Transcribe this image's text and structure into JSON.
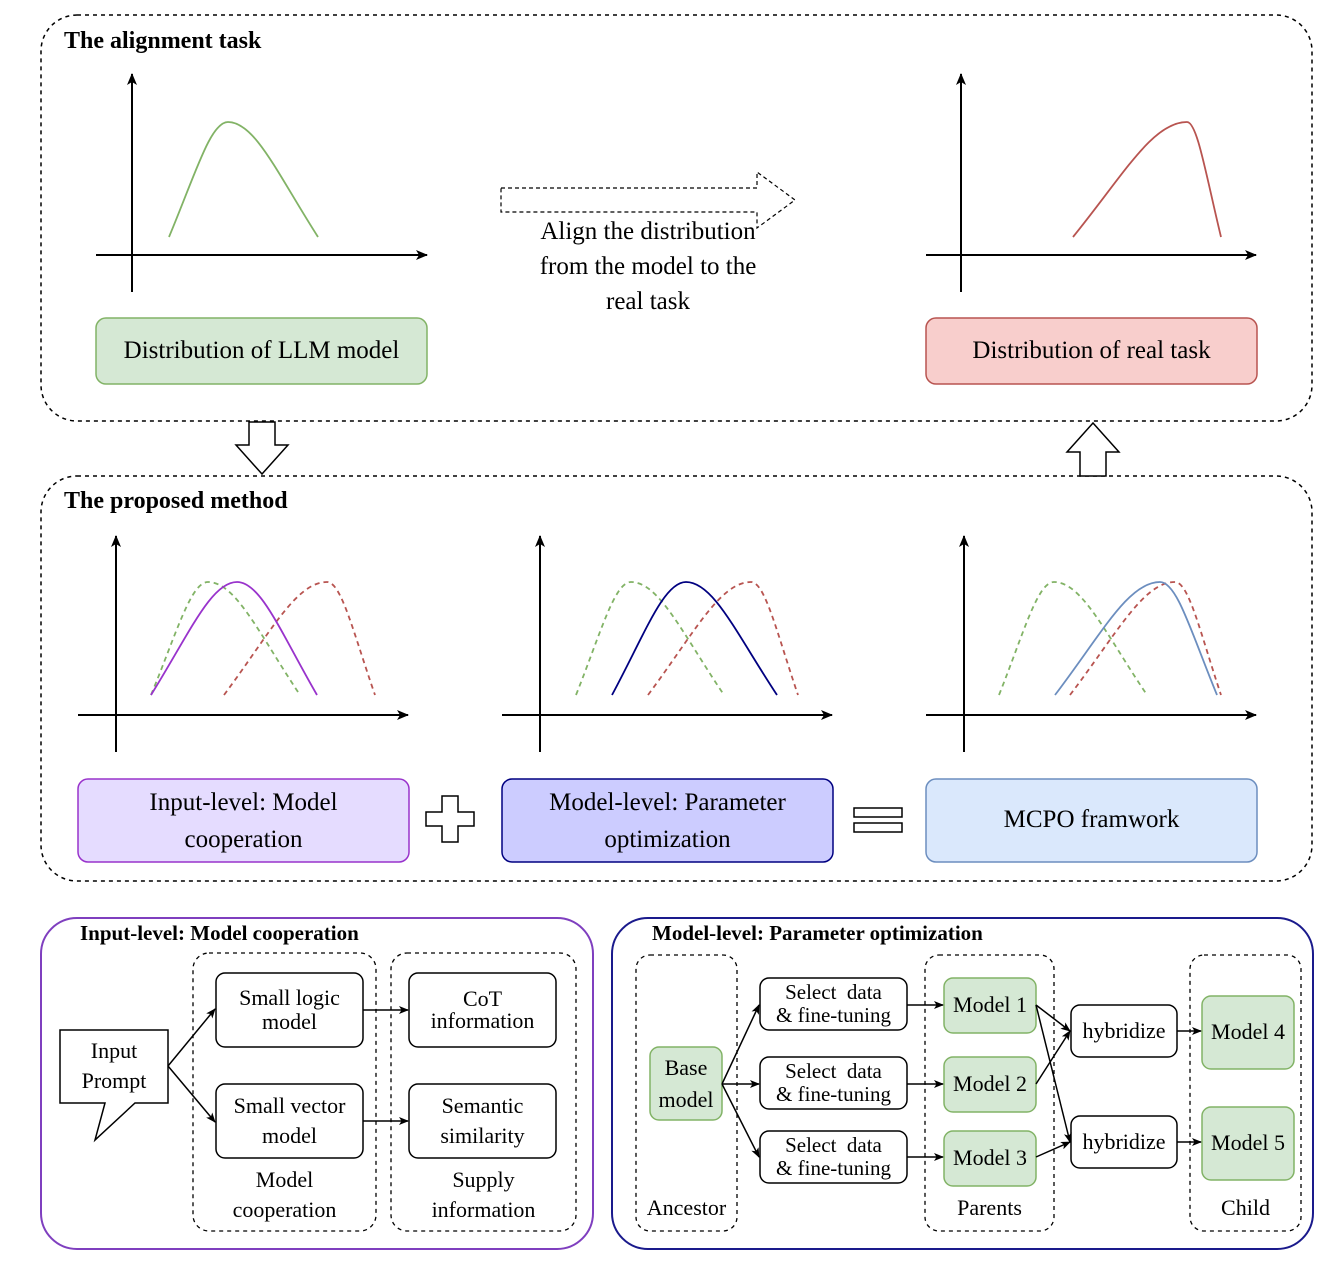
{
  "alignment_task": {
    "title": "The alignment task",
    "left_label": "Distribution of LLM model",
    "right_label": "Distribution of real task",
    "arrow_text": "Align the distribution from the model to the real task",
    "arrow_text_lines": [
      "Align the distribution",
      "from the model to the",
      "real task"
    ]
  },
  "proposed_method": {
    "title": "The proposed method",
    "box1": [
      "Input-level: Model",
      "cooperation"
    ],
    "box2": [
      "Model-level: Parameter",
      "optimization"
    ],
    "box3": "MCPO framwork",
    "plus_symbol": "plus",
    "equals_symbol": "equals"
  },
  "input_level": {
    "title": "Input-level: Model cooperation",
    "input_prompt": [
      "Input",
      "Prompt"
    ],
    "small_logic_model": [
      "Small logic",
      "model"
    ],
    "small_vector_model": [
      "Small vector",
      "model"
    ],
    "cot_information": [
      "CoT",
      "information"
    ],
    "semantic_similarity": [
      "Semantic",
      "similarity"
    ],
    "group1_label": [
      "Model",
      "cooperation"
    ],
    "group2_label": [
      "Supply",
      "information"
    ]
  },
  "model_level": {
    "title": "Model-level: Parameter optimization",
    "base_model": [
      "Base",
      "model"
    ],
    "select_data": [
      "Select  data",
      "& fine-tuning"
    ],
    "parents": [
      "Model 1",
      "Model 2",
      "Model 3"
    ],
    "hybridize": "hybridize",
    "children": [
      "Model 4",
      "Model 5"
    ],
    "group_labels": {
      "ancestor": "Ancestor",
      "parents": "Parents",
      "child": "Child"
    }
  },
  "colors": {
    "llm_green": "#82b366",
    "llm_green_fill": "#d5e8d4",
    "real_red": "#b85450",
    "real_red_fill": "#f8cecc",
    "purple_stroke": "#9933cc",
    "purple_fill": "#e5dcff",
    "indigo_stroke": "#000080",
    "indigo_fill": "#ccccff",
    "blue_stroke": "#6c8ebf",
    "blue_fill": "#dae8fc"
  }
}
